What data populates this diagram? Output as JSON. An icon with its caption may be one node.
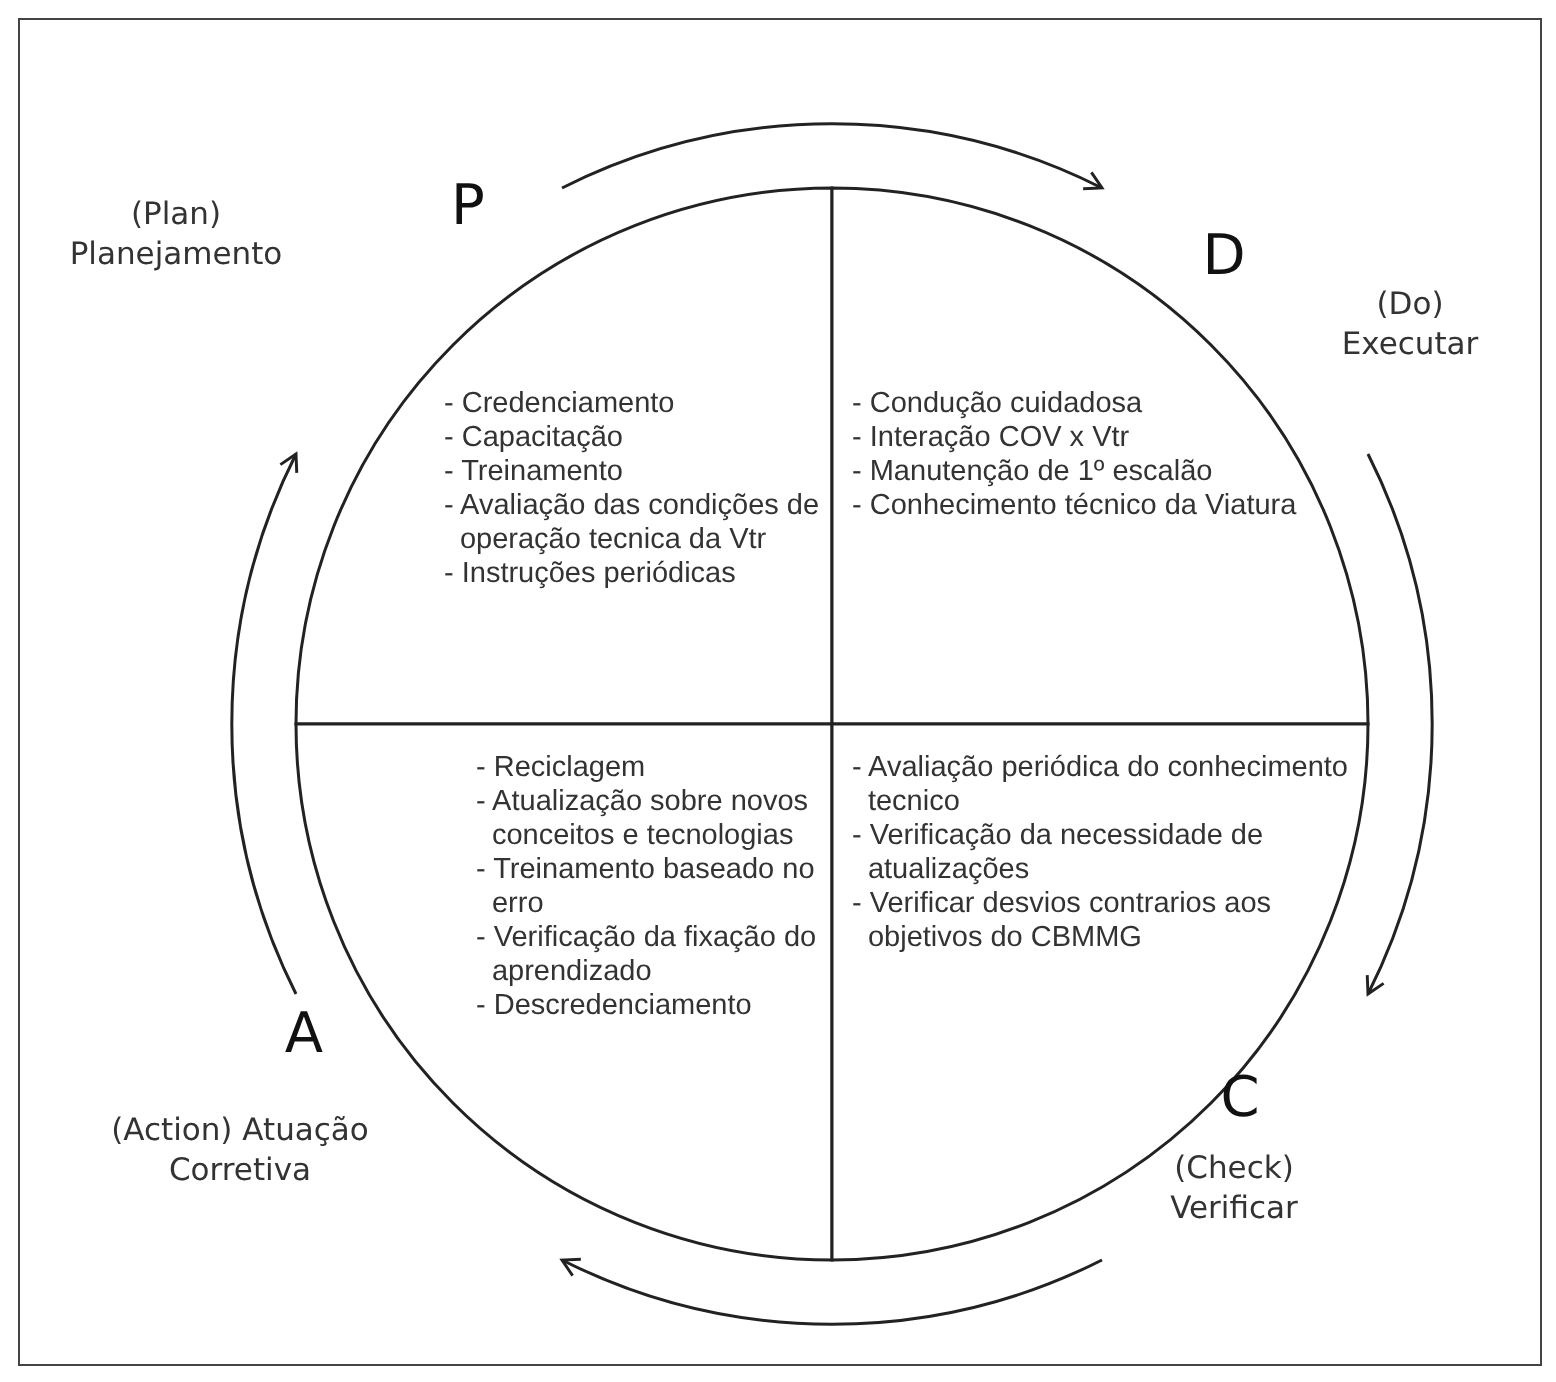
{
  "diagram": {
    "nodes": [
      {
        "text": [
          "- Credenciamento",
          "- Capacitação",
          "- Treinamento",
          "- Avaliação das condições de operação tecnica da Vtr",
          "- Instruções periódicas"
        ],
        "beside": [
          "P",
          "(Plan) Planejamento"
        ]
      },
      {
        "text": [
          "- Condução cuidadosa",
          "- Interação COV x Vtr",
          "- Manutenção de 1º escalão",
          "- Conhecimento técnico da Viatura"
        ],
        "beside": [
          "D",
          "(Do) Executar"
        ]
      },
      {
        "text": [
          "- Reciclagem",
          "- Atualização sobre novos conceitos e tecnologias",
          "- Treinamento baseado no erro",
          "- Verificação da fixação do aprendizado",
          "- Descredenciamento"
        ],
        "beside": [
          "A",
          "(Action) Atuação Corretiva"
        ]
      },
      {
        "text": [
          "- Avaliação periódica do conhecimento tecnico",
          "- Verificação da necessidade de atualizações",
          "- Verificar desvios contrarios aos objetivos do CBMMG"
        ],
        "beside": [
          "C",
          "(Check) Verificar"
        ]
      }
    ],
    "edges": [
      {
        "from": 0,
        "to": 1,
        "arrow": "to"
      },
      {
        "from": 1,
        "to": 3,
        "arrow": "to"
      },
      {
        "from": 3,
        "to": 2,
        "arrow": "to"
      },
      {
        "from": 2,
        "to": 0,
        "arrow": "to"
      }
    ]
  }
}
